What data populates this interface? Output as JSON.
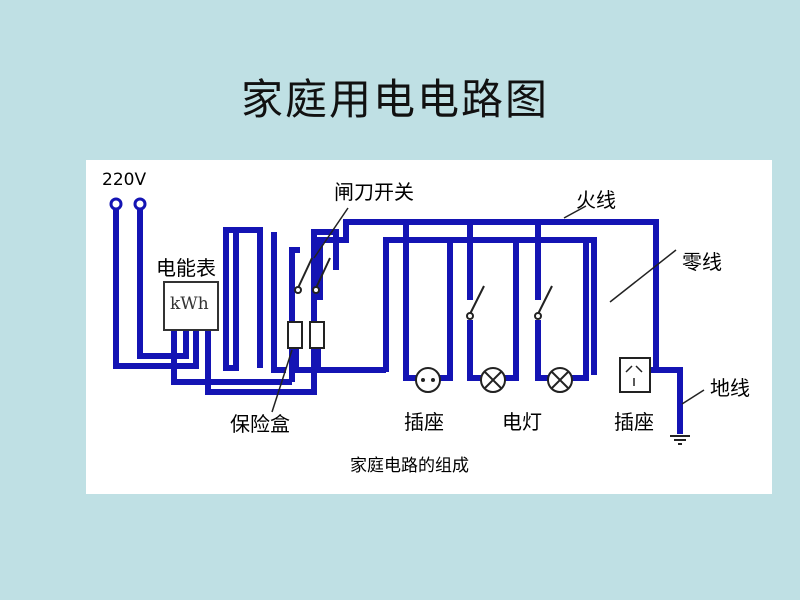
{
  "slide": {
    "title": "家庭用电电路图"
  },
  "diagram": {
    "voltage_label": "220V",
    "knife_switch_label": "闸刀开关",
    "live_wire_label": "火线",
    "neutral_wire_label": "零线",
    "meter_label": "电能表",
    "meter_unit": "kWh",
    "fuse_box_label": "保险盒",
    "socket_label_1": "插座",
    "lamp_label": "电灯",
    "socket_label_2": "插座",
    "ground_wire_label": "地线",
    "caption": "家庭电路的组成",
    "wire_color": "#1414b4"
  }
}
